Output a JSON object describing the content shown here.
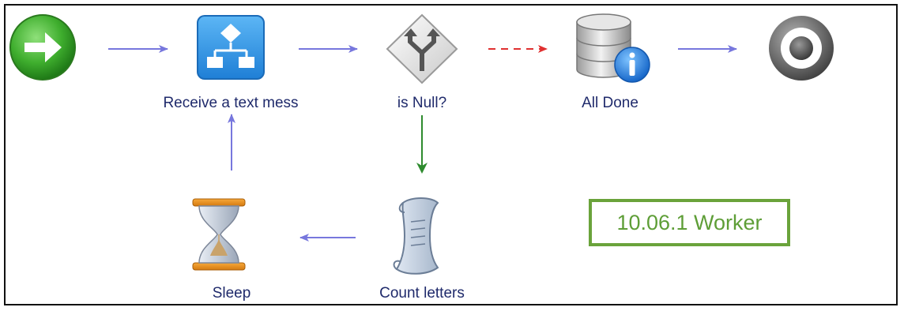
{
  "nodes": {
    "receive": {
      "label": "Receive a text mess"
    },
    "is_null": {
      "label": "is Null?"
    },
    "all_done": {
      "label": "All Done"
    },
    "count_letters": {
      "label": "Count letters"
    },
    "sleep": {
      "label": "Sleep"
    }
  },
  "worker": {
    "label": "10.06.1 Worker"
  },
  "colors": {
    "flow_arrow": "#7777dd",
    "false_arrow": "#e03030",
    "true_arrow": "#2e8b2e",
    "worker_border": "#6aa33b",
    "label_text": "#1f2a6b"
  },
  "icons": {
    "start": "start-arrow-icon",
    "receive": "flowchart-icon",
    "is_null": "fork-road-sign-icon",
    "all_done": "database-info-icon",
    "end": "end-target-icon",
    "count_letters": "script-scroll-icon",
    "sleep": "hourglass-icon"
  }
}
